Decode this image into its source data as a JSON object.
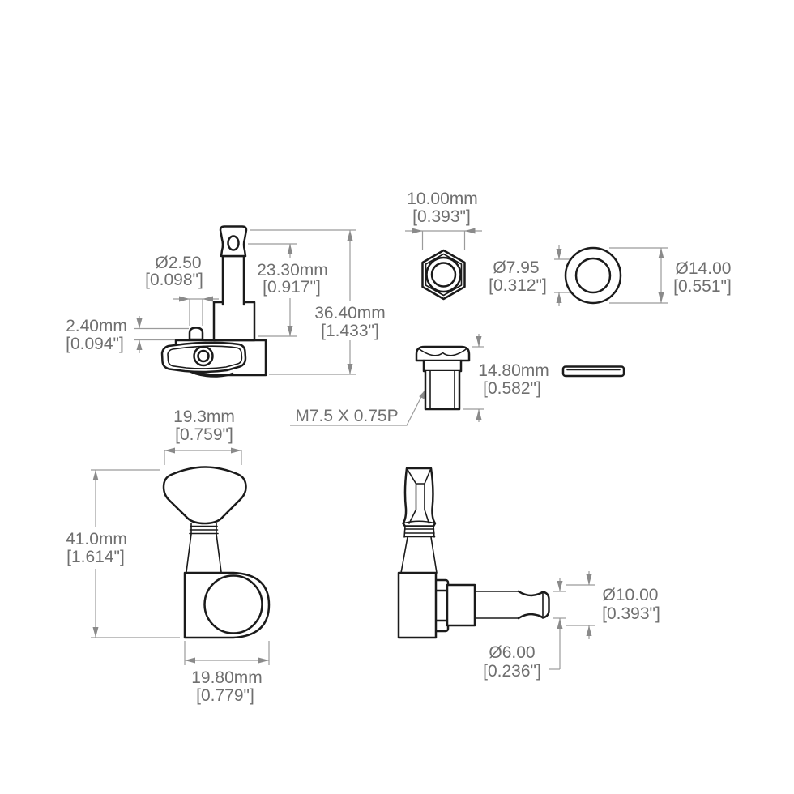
{
  "dims": {
    "pin_dia": {
      "mm": "Ø2.50",
      "in": "[0.098\"]"
    },
    "pin_height": {
      "mm": "2.40mm",
      "in": "[0.094\"]"
    },
    "post_height": {
      "mm": "23.30mm",
      "in": "[0.917\"]"
    },
    "overall_height": {
      "mm": "36.40mm",
      "in": "[1.433\"]"
    },
    "nut_width": {
      "mm": "10.00mm",
      "in": "[0.393\"]"
    },
    "nut_hole": {
      "mm": "Ø7.95",
      "in": "[0.312\"]"
    },
    "washer_od": {
      "mm": "Ø14.00",
      "in": "[0.551\"]"
    },
    "bushing_height": {
      "mm": "14.80mm",
      "in": "[0.582\"]"
    },
    "thread_spec": "M7.5 X 0.75P",
    "button_width": {
      "mm": "19.3mm",
      "in": "[0.759\"]"
    },
    "side_height": {
      "mm": "41.0mm",
      "in": "[1.614\"]"
    },
    "housing_width": {
      "mm": "19.80mm",
      "in": "[0.779\"]"
    },
    "bushing_od": {
      "mm": "Ø10.00",
      "in": "[0.393\"]"
    },
    "post_dia": {
      "mm": "Ø6.00",
      "in": "[0.236\"]"
    }
  }
}
